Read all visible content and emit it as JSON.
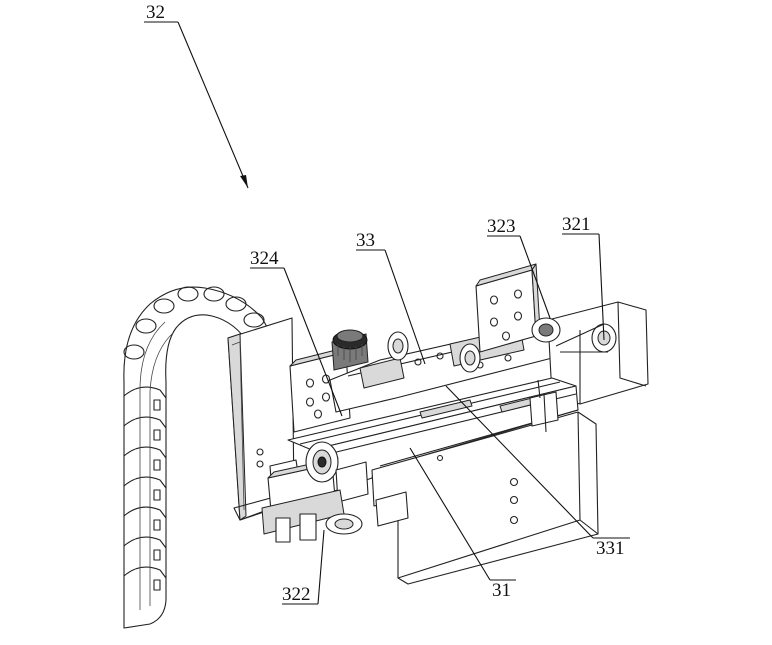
{
  "figure": {
    "labels": {
      "l32": "32",
      "l33": "33",
      "l323": "323",
      "l321": "321",
      "l324": "324",
      "l331": "331",
      "l31": "31",
      "l322": "322"
    }
  }
}
